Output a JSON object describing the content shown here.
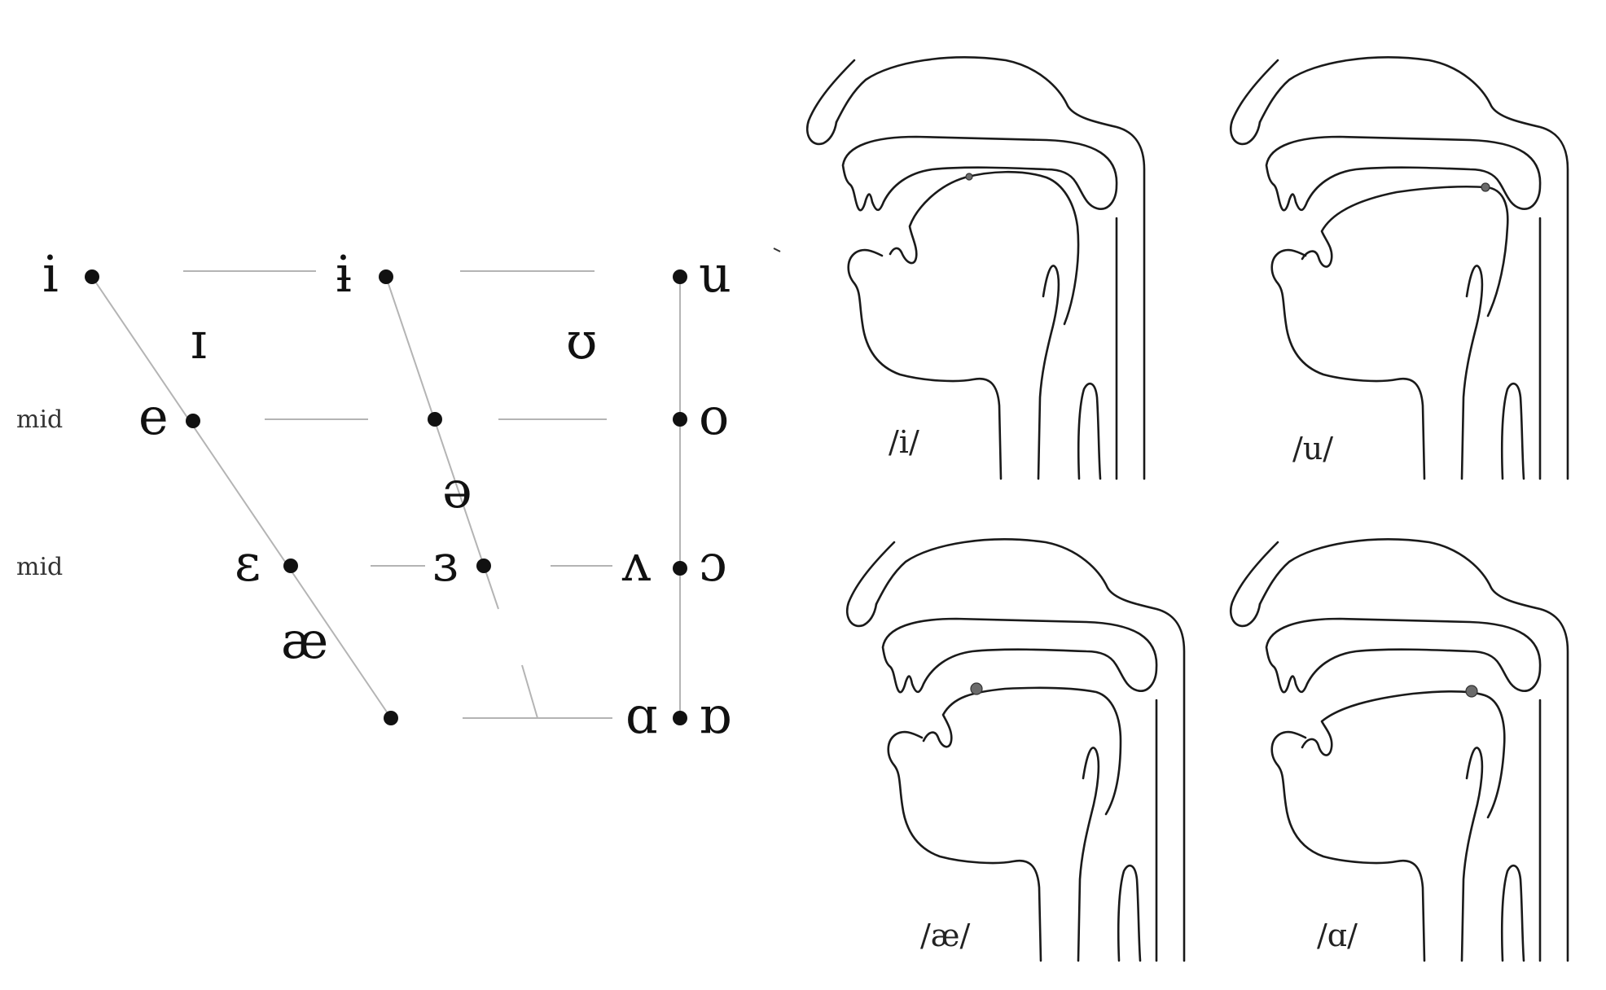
{
  "vowel_chart": {
    "row_labels": [
      "mid",
      "mid"
    ],
    "symbols": {
      "i": "i",
      "barred_i": "ɨ",
      "u": "u",
      "near_close_front": "ɪ",
      "near_close_back": "ʊ",
      "e": "e",
      "o": "o",
      "schwa": "ə",
      "open_mid_front": "ɛ",
      "open_mid_central": "ɜ",
      "wedge": "ʌ",
      "open_o": "ɔ",
      "ash": "æ",
      "script_a": "ɑ",
      "turned_script_a": "ɒ"
    },
    "dot_color": "#111111",
    "line_color": "#b4b4b4"
  },
  "vocal_tract_panels": [
    {
      "label": "/i/",
      "tongue_highlight": "front-high"
    },
    {
      "label": "/u/",
      "tongue_highlight": "back-high"
    },
    {
      "label": "/æ/",
      "tongue_highlight": "front-low"
    },
    {
      "label": "/ɑ/",
      "tongue_highlight": "back-low"
    }
  ]
}
